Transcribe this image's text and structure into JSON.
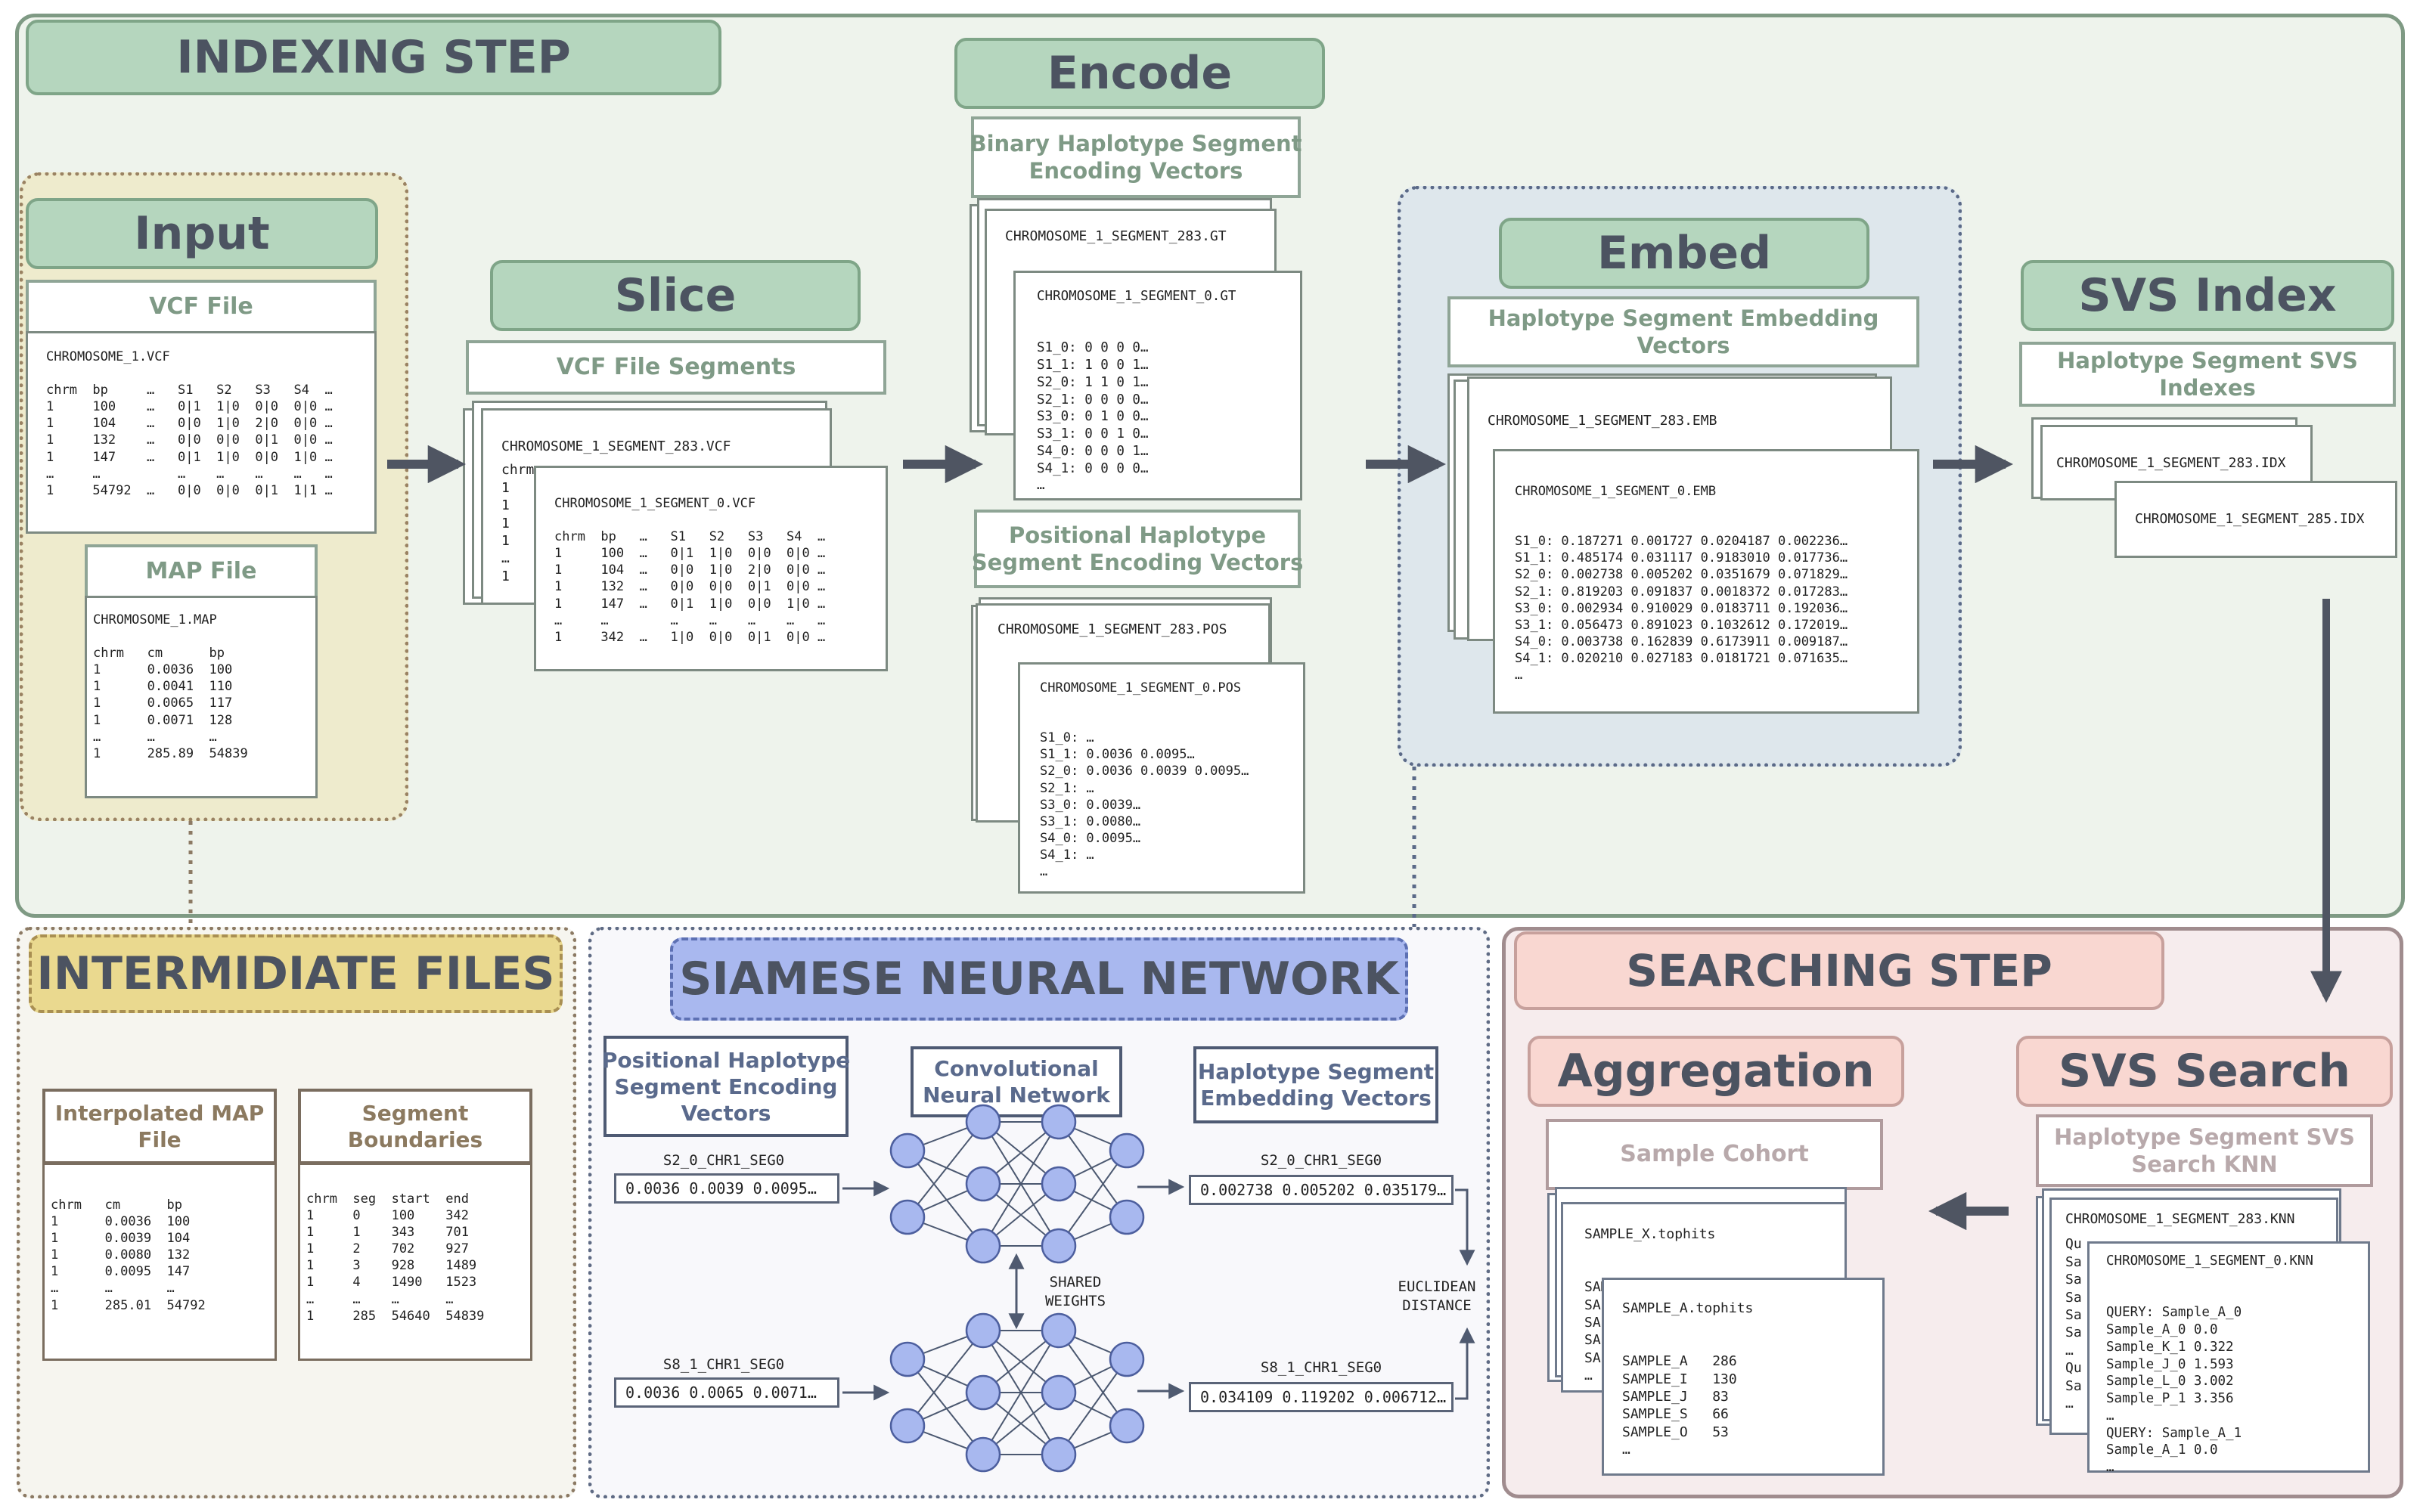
{
  "sections": {
    "indexing": "INDEXING STEP",
    "intermediate": "INTERMIDIATE FILES",
    "siamese": "SIAMESE NEURAL NETWORK",
    "searching": "SEARCHING STEP"
  },
  "stages": {
    "input": "Input",
    "slice": "Slice",
    "encode": "Encode",
    "embed": "Embed",
    "svs_index": "SVS Index",
    "aggregation": "Aggregation",
    "svs_search": "SVS Search"
  },
  "input": {
    "vcf_label": "VCF File",
    "vcf_text": "CHROMOSOME_1.VCF\n\nchrm  bp     …   S1   S2   S3   S4  …\n1     100    …   0|1  1|0  0|0  0|0 …\n1     104    …   0|0  1|0  2|0  0|0 …\n1     132    …   0|0  0|0  0|1  0|0 …\n1     147    …   0|1  1|0  0|0  1|0 …\n…     …          …    …    …    …   …\n1     54792  …   0|0  0|0  0|1  1|1 …",
    "map_label": "MAP File",
    "map_text": "CHROMOSOME_1.MAP\n\nchrm   cm      bp\n1      0.0036  100\n1      0.0041  110\n1      0.0065  117\n1      0.0071  128\n…      …       …\n1      285.89  54839"
  },
  "slice": {
    "label": "VCF File Segments",
    "back_title": "CHROMOSOME_1_SEGMENT_283.VCF",
    "back_text": "chrm\n1\n1\n1\n1\n…\n1",
    "front_text": "CHROMOSOME_1_SEGMENT_0.VCF\n\nchrm  bp   …   S1   S2   S3   S4  …\n1     100  …   0|1  1|0  0|0  0|0 …\n1     104  …   0|0  1|0  2|0  0|0 …\n1     132  …   0|0  0|0  0|1  0|0 …\n1     147  …   0|1  1|0  0|0  1|0 …\n…     …        …    …    …    …   …\n1     342  …   1|0  0|0  0|1  0|0 …"
  },
  "encode": {
    "binary_label": "Binary Haplotype Segment\nEncoding Vectors",
    "gt_back_title": "CHROMOSOME_1_SEGMENT_283.GT",
    "gt_front_text": "CHROMOSOME_1_SEGMENT_0.GT\n\n\nS1_0: 0 0 0 0…\nS1_1: 1 0 0 1…\nS2_0: 1 1 0 1…\nS2_1: 0 0 0 0…\nS3_0: 0 1 0 0…\nS3_1: 0 0 1 0…\nS4_0: 0 0 0 1…\nS4_1: 0 0 0 0…\n…",
    "positional_label": "Positional Haplotype\nSegment Encoding Vectors",
    "pos_back_title": "CHROMOSOME_1_SEGMENT_283.POS",
    "pos_front_text": "CHROMOSOME_1_SEGMENT_0.POS\n\n\nS1_0: …\nS1_1: 0.0036 0.0095…\nS2_0: 0.0036 0.0039 0.0095…\nS2_1: …\nS3_0: 0.0039…\nS3_1: 0.0080…\nS4_0: 0.0095…\nS4_1: …\n…"
  },
  "embed": {
    "label": "Haplotype Segment Embedding Vectors",
    "back_title": "CHROMOSOME_1_SEGMENT_283.EMB",
    "front_text": "CHROMOSOME_1_SEGMENT_0.EMB\n\n\nS1_0: 0.187271 0.001727 0.0204187 0.002236…\nS1_1: 0.485174 0.031117 0.9183010 0.017736…\nS2_0: 0.002738 0.005202 0.0351679 0.071829…\nS2_1: 0.819203 0.091837 0.0018372 0.017283…\nS3_0: 0.002934 0.910029 0.0183711 0.192036…\nS3_1: 0.056473 0.891023 0.1032612 0.172019…\nS4_0: 0.003738 0.162839 0.6173911 0.009187…\nS4_1: 0.020210 0.027183 0.0181721 0.071635…\n…"
  },
  "svs_index": {
    "label": "Haplotype Segment SVS Indexes",
    "back_title": "CHROMOSOME_1_SEGMENT_283.IDX",
    "front_title": "CHROMOSOME_1_SEGMENT_285.IDX"
  },
  "intermediate": {
    "map_label": "Interpolated MAP\nFile",
    "map_text": "chrm   cm      bp\n1      0.0036  100\n1      0.0039  104\n1      0.0080  132\n1      0.0095  147\n…      …       …\n1      285.01  54792",
    "seg_label": "Segment\nBoundaries",
    "seg_text": "chrm  seg  start  end\n1     0    100    342\n1     1    343    701\n1     2    702    927\n1     3    928    1489\n1     4    1490   1523\n…     …    …      …\n1     285  54640  54839"
  },
  "siamese": {
    "pos_label": "Positional Haplotype\nSegment Encoding\nVectors",
    "cnn_label": "Convolutional\nNeural Network",
    "emb_label": "Haplotype Segment\nEmbedding Vectors",
    "in_top_name": "S2_0_CHR1_SEG0",
    "in_top_values": "0.0036 0.0039 0.0095…",
    "in_bot_name": "S8_1_CHR1_SEG0",
    "in_bot_values": "0.0036 0.0065 0.0071…",
    "out_top_name": "S2_0_CHR1_SEG0",
    "out_top_values": "0.002738 0.005202 0.035179…",
    "out_bot_name": "S8_1_CHR1_SEG0",
    "out_bot_values": "0.034109 0.119202 0.006712…",
    "shared": "SHARED\nWEIGHTS",
    "distance": "EUCLIDEAN\nDISTANCE"
  },
  "search": {
    "cohort_label": "Sample Cohort",
    "cohort_back_text": "SAMPLE_X.tophits\n\n\nSAMPLE_Z  286\nSA\nSA\nSA\nSA\n…",
    "cohort_front_text": "SAMPLE_A.tophits\n\n\nSAMPLE_A   286\nSAMPLE_I   130\nSAMPLE_J   83\nSAMPLE_S   66\nSAMPLE_O   53\n…",
    "knn_label": "Haplotype Segment SVS\nSearch KNN",
    "knn_back_title": "CHROMOSOME_1_SEGMENT_283.KNN",
    "knn_back_text": "Qu\nSa\nSa\nSa\nSa\nSa\n…\nQu\nSa\n…",
    "knn_front_text": "CHROMOSOME_1_SEGMENT_0.KNN\n\n\nQUERY: Sample_A_0\nSample_A_0 0.0\nSample_K_1 0.322\nSample_J_0 1.593\nSample_L_0 3.002\nSample_P_1 3.356\n…\nQUERY: Sample_A_1\nSample_A_1 0.0\n…"
  }
}
